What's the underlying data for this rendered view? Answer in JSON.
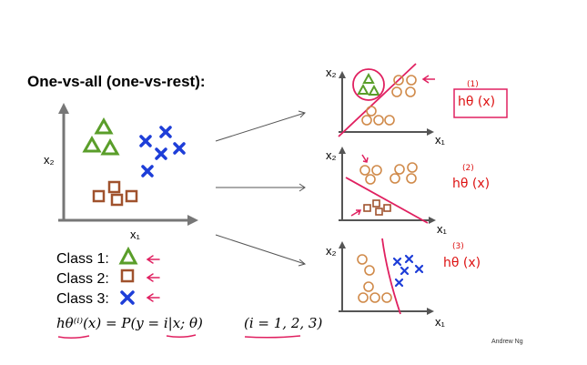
{
  "slide": {
    "title": "One-vs-all (one-vs-rest):",
    "credit": "Andrew Ng"
  },
  "main_plot": {
    "x_label": "x₁",
    "y_label": "x₂"
  },
  "legend": [
    {
      "label": "Class 1:",
      "marker": "triangle"
    },
    {
      "label": "Class 2:",
      "marker": "square"
    },
    {
      "label": "Class 3:",
      "marker": "cross"
    }
  ],
  "formula": {
    "lhs": "hθ⁽ⁱ⁾(x) = P(y = i|x; θ)",
    "range": "(i = 1, 2, 3)"
  },
  "sub_plots": [
    {
      "x_label": "x₁",
      "y_label": "x₂",
      "hypothesis": "hθ (x)",
      "superscript": "(1)"
    },
    {
      "x_label": "x₁",
      "y_label": "x₂",
      "hypothesis": "hθ (x)",
      "superscript": "(2)"
    },
    {
      "x_label": "x₁",
      "y_label": "x₂",
      "hypothesis": "hθ (x)",
      "superscript": "(3)"
    }
  ],
  "colors": {
    "class1": "#5a9e2a",
    "class2": "#a0522d",
    "class3": "#1e3ed8",
    "annotation": "#e02060",
    "sub_circles": "#d08a4a"
  }
}
